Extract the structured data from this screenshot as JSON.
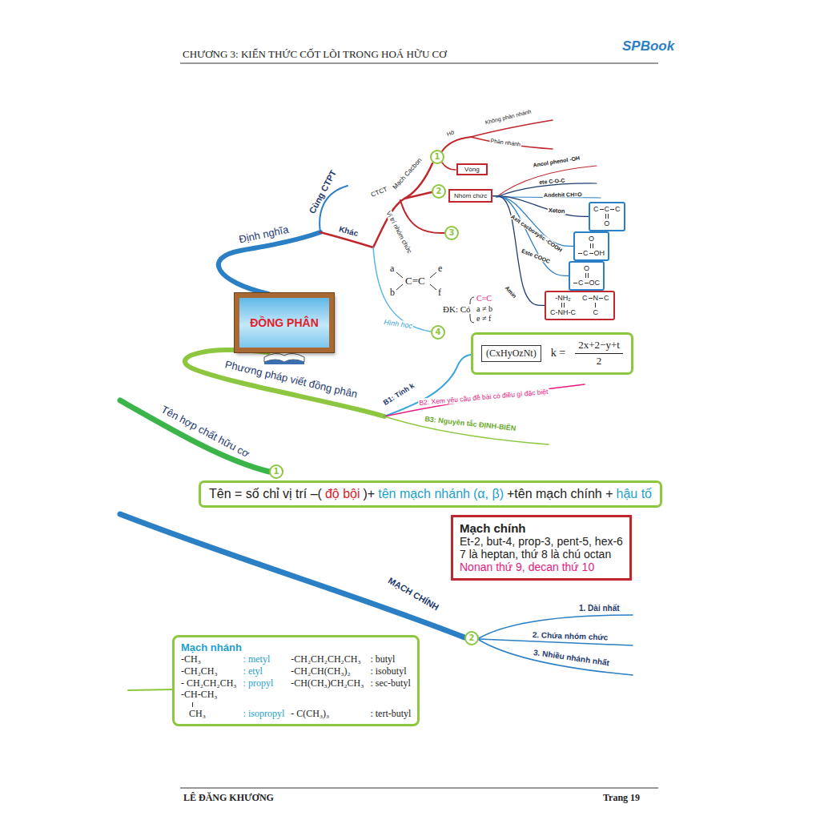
{
  "diagram": {
    "title": "CHƯƠNG 3: KIẾN THỨC CỐT LÕI TRONG HOÁ HỮU CƠ",
    "nodes": [
      {
        "text": [
          "ĐỒNG PHÂN"
        ]
      },
      {
        "text": [
          "1"
        ]
      },
      {
        "text": [
          "Vòng"
        ]
      },
      {
        "text": [
          "2"
        ]
      },
      {
        "text": [
          "Nhóm chức"
        ]
      },
      {
        "text": [
          "3"
        ]
      },
      {
        "text": [
          "4"
        ]
      },
      {
        "text": [
          "C",
          "C",
          "C",
          "O"
        ]
      },
      {
        "text": [
          "C",
          "O",
          "OH"
        ]
      },
      {
        "text": [
          "C",
          "O",
          "OC"
        ]
      },
      {
        "text": [
          "-NH₂",
          "C-NH-C",
          "C",
          "N",
          "C",
          "C"
        ]
      },
      {
        "text": [
          "(CxHyOzNt)",
          "k =",
          "2x+2−y+t",
          "2"
        ]
      },
      {
        "text": [
          "1"
        ]
      },
      {
        "text": [
          "Tên = số chỉ vị trí –(",
          "độ bội",
          ")+",
          "tên mạch nhánh",
          "(α, β)",
          "+tên mạch chính +",
          "hậu tố"
        ]
      },
      {
        "text": [
          "Mạch chính",
          "Et-2, but-4, prop-3, pent-5, hex-6",
          "7 là heptan, thứ 8 là chú octan",
          "Nonan thứ 9, decan thứ 10"
        ]
      },
      {
        "text": [
          "2"
        ]
      },
      {
        "text": [
          "Mạch nhánh",
          "-CH₃",
          ": metyl",
          "-CH₂CH₂CH₂CH₃",
          ": butyl",
          "-CH₂CH₃",
          ": etyl",
          "-CH₂CH(CH₃)₂",
          ": isobutyl",
          "- CH₂CH₂CH₃",
          ": propyl",
          "-CH(CH₃)CH₂CH₃",
          ": sec-butyl",
          "-CH-CH₃",
          "CH₃",
          ": isopropyl",
          "- C(CH₃)₃",
          ": tert-butyl"
        ]
      }
    ],
    "edges": [
      {
        "from": 4,
        "to": 7,
        "arrow": "none"
      },
      {
        "from": 4,
        "to": 8,
        "arrow": "none"
      },
      {
        "from": 4,
        "to": 9,
        "arrow": "none"
      },
      {
        "from": 4,
        "to": 10,
        "arrow": "none"
      }
    ],
    "labels": [
      "SPBook",
      "Cùng CTPT",
      "Định nghĩa",
      "Khác",
      "CTCT",
      "Mạch Cacbon",
      "Hở",
      "Không phân nhánh",
      "Phân nhánh",
      "Ancol phenol -OH",
      "ete C-O-C",
      "Andehit CH=O",
      "Xeton",
      "Axit cacboxylic -COOH",
      "Este COOC",
      "Amin",
      "Vị trí nhóm chức",
      "a",
      "b",
      "C=C",
      "e",
      "f",
      "ĐK: Có",
      "C=C",
      "a ≠ b",
      "e ≠ f",
      "Hình học",
      "Phương pháp viết đồng phân",
      "B1: Tính k",
      "B2: Xem yêu cầu đề bài có điều gì đặc biệt",
      "B3: Nguyên tắc ĐỊNH-BIÊN",
      "Tên hợp chất hữu cơ",
      "MẠCH CHÍNH",
      "1. Dài nhất",
      "2. Chứa nhóm chức",
      "3. Nhiều nhánh nhất",
      "LÊ ĐĂNG KHƯƠNG",
      "Trang 19"
    ]
  }
}
